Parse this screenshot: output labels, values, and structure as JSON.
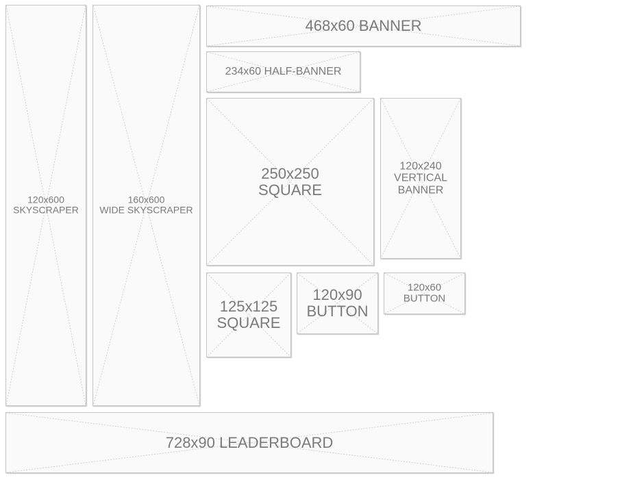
{
  "ad_units": {
    "skyscraper": {
      "line1": "120x600",
      "line2": "SKYSCRAPER"
    },
    "wide_skyscraper": {
      "line1": "160x600",
      "line2": "WIDE SKYSCRAPER"
    },
    "banner": {
      "line1": "468x60 BANNER"
    },
    "half_banner": {
      "line1": "234x60 HALF-BANNER"
    },
    "square_250": {
      "line1": "250x250",
      "line2": "SQUARE"
    },
    "vertical_banner": {
      "line1": "120x240",
      "line2": "VERTICAL",
      "line3": "BANNER"
    },
    "square_125": {
      "line1": "125x125",
      "line2": "SQUARE"
    },
    "button_120x90": {
      "line1": "120x90",
      "line2": "BUTTON"
    },
    "button_120x60": {
      "line1": "120x60",
      "line2": "BUTTON"
    },
    "leaderboard": {
      "line1": "728x90 LEADERBOARD"
    }
  },
  "colors": {
    "border": "#c4c4c4",
    "fill": "#fafafa",
    "text": "#7a7a7a",
    "diagonal": "#d0d0d0"
  }
}
